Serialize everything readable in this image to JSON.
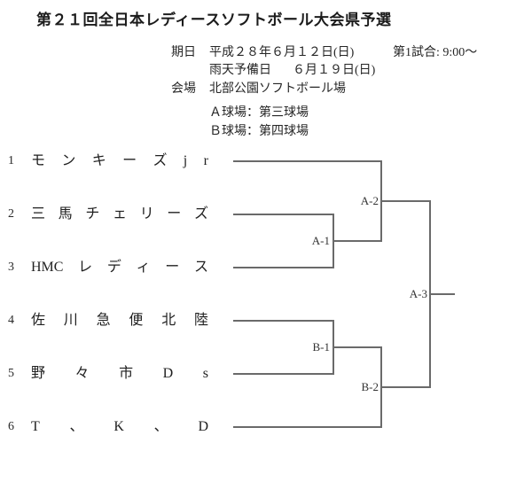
{
  "title": "第２１回全日本レディースソフトボール大会県予選",
  "info": {
    "date_label": "期日",
    "date_value": "平成２８年６月１２日(日)",
    "first_game": "第1試合: 9:00～",
    "rain_date_label": "雨天予備日",
    "rain_date_value": "６月１９日(日)",
    "venue_label": "会場",
    "venue_value": "北部公園ソフトボール場",
    "field_a": "Ａ球場：第三球場",
    "field_b": "Ｂ球場：第四球場"
  },
  "teams": [
    {
      "seed": "1",
      "name": "モンキーズjr",
      "tokens": [
        "モ",
        "ン",
        "キ",
        "ー",
        "ズ",
        "j",
        "r"
      ]
    },
    {
      "seed": "2",
      "name": "三馬チェリーズ",
      "tokens": [
        "三",
        "馬",
        "チ",
        "ェ",
        "リ",
        "ー",
        "ズ"
      ]
    },
    {
      "seed": "3",
      "name": "HMCレディース",
      "tokens": [
        "HMC",
        "レ",
        "デ",
        "ィ",
        "ー",
        "ス"
      ]
    },
    {
      "seed": "4",
      "name": "佐川急便北陸",
      "tokens": [
        "佐",
        "川",
        "急",
        "便",
        "北",
        "陸"
      ]
    },
    {
      "seed": "5",
      "name": "野々市Ds",
      "tokens": [
        "野",
        "々",
        "市",
        "D",
        "s"
      ]
    },
    {
      "seed": "6",
      "name": "T、K、D",
      "tokens": [
        "T",
        "、",
        "K",
        "、",
        "D"
      ]
    }
  ],
  "matches": {
    "a1": "A-1",
    "a2": "A-2",
    "a3": "A-3",
    "b1": "B-1",
    "b2": "B-2"
  },
  "colors": {
    "text": "#222222",
    "line": "#6a6a6a",
    "background": "#ffffff"
  }
}
